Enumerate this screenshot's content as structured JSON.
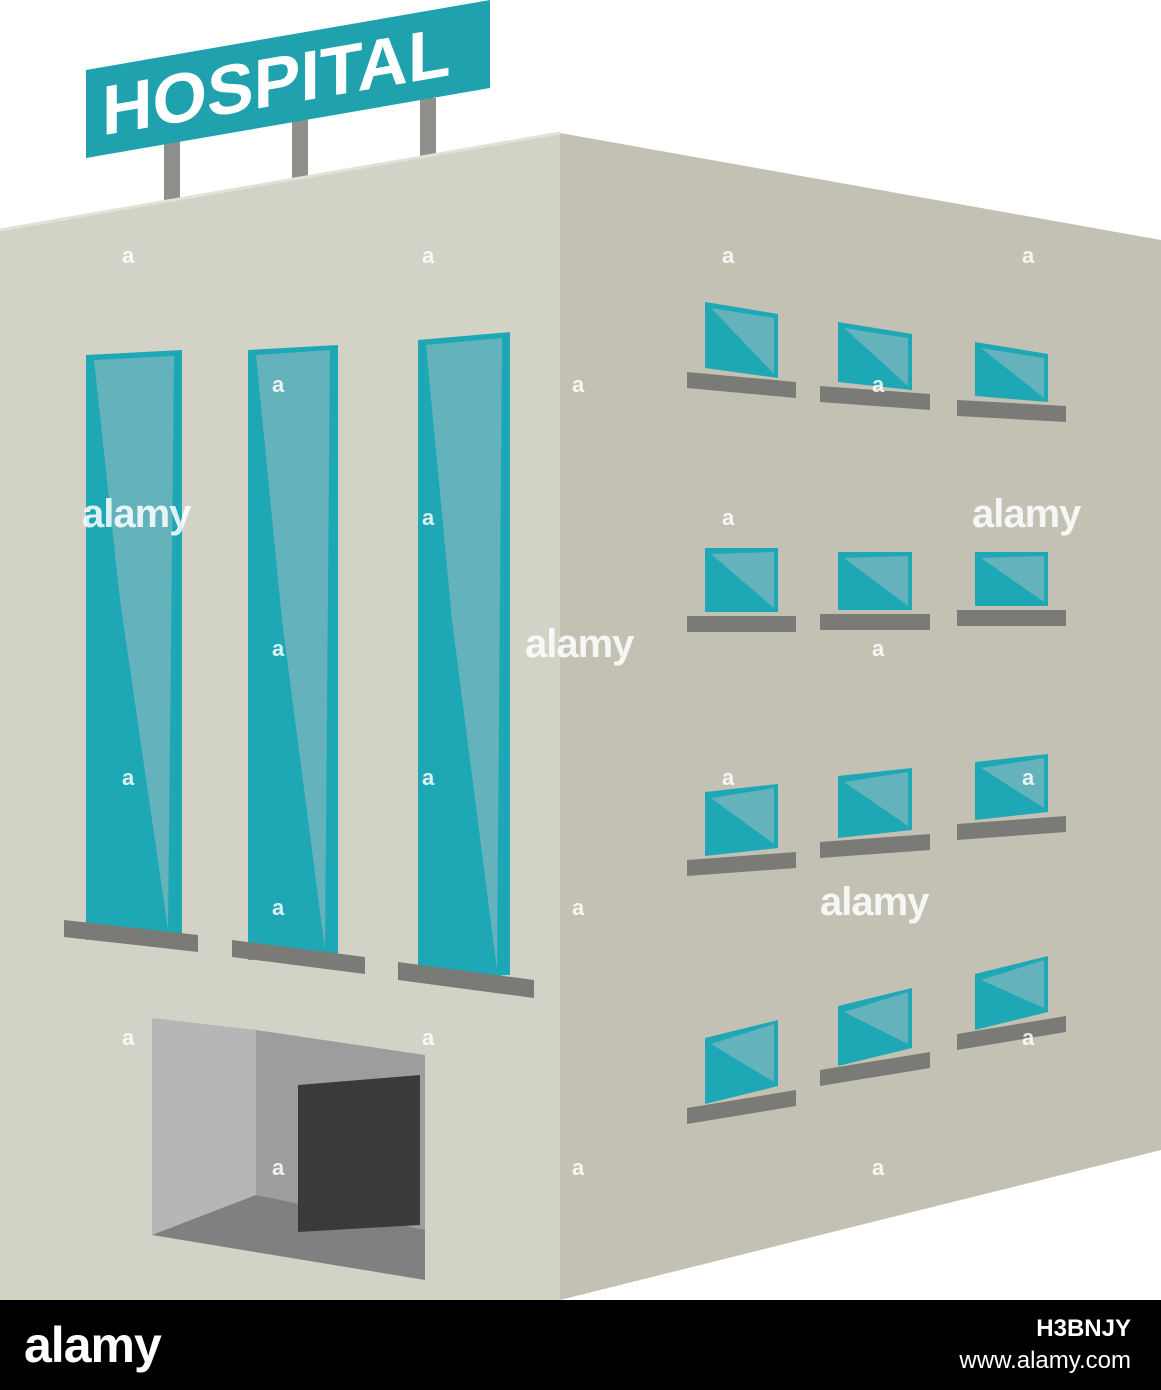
{
  "sign": {
    "text": "HOSPITAL"
  },
  "watermark": {
    "brand": "alamy",
    "mark": "a"
  },
  "footer": {
    "logo": "alamy",
    "image_id": "H3BNJY",
    "url": "www.alamy.com"
  },
  "colors": {
    "sign_teal": "#1fa2ae",
    "glass": "#1ea7b5",
    "wall_front": "#d3d2c6",
    "wall_side": "#c2c1b4",
    "ledge": "#7a7b76",
    "footer_bg": "#000000"
  }
}
